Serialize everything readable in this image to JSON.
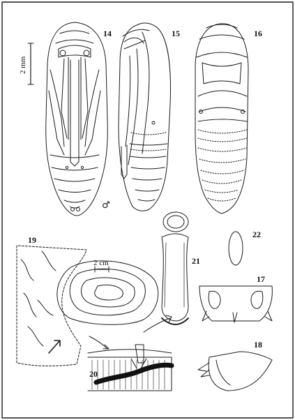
{
  "figure": {
    "panels": {
      "p14": "14",
      "p15": "15",
      "p16": "16",
      "p17": "17",
      "p18": "18",
      "p19": "19",
      "p20": "20",
      "p21": "21",
      "p22": "22"
    },
    "scale_bar_top": "2 mm",
    "scale_bar_bottom": "2 cm",
    "sex_symbol": "♂"
  }
}
